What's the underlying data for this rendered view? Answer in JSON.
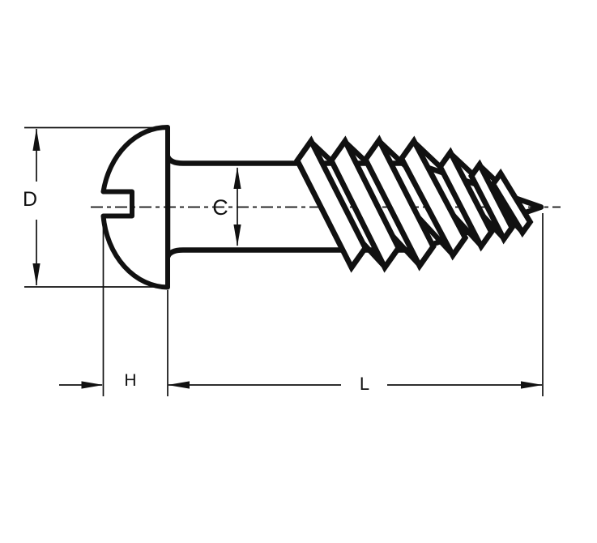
{
  "diagram": {
    "type": "technical-drawing",
    "subject": "slotted round head wood screw, side view",
    "dimensions": {
      "head_diameter_label": "D",
      "shank_diameter_label": "C",
      "head_height_label": "H",
      "screw_length_label": "L"
    },
    "colors": {
      "line": "#111111",
      "background": "#ffffff"
    }
  }
}
